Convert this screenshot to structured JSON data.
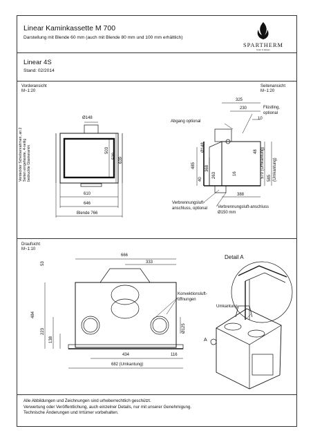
{
  "header": {
    "title": "Linear Kaminkassette M 700",
    "subtitle": "Darstellung mit Blende 60 mm (auch mit Blende 80 mm und 100 mm erhältlich)",
    "brand": "SPARTHERM",
    "brand_tagline": "feuer & design"
  },
  "model": {
    "name": "Linear 4S",
    "stand": "Stand: 02/2014"
  },
  "front_view": {
    "label": "Vorderansicht",
    "scale": "M~1:20",
    "side_note": "Verdeckter Scheibenrahmen, an 2 Seiten eingefasste, 4-seitig bedruckte Glaskeramik",
    "dims": {
      "flue": "Ø148",
      "h1": "503",
      "h2": "539",
      "h3": "639",
      "w1": "610",
      "w2": "646",
      "w3": "Blende 766"
    }
  },
  "side_view": {
    "label": "Seitenansicht",
    "scale": "M~1:20",
    "callouts": {
      "abgang": "Abgang optional",
      "flue_collar": "Flüstling, optional",
      "air_left": "Verbrennungsluft-anschluss, optional",
      "air_right": "Verbrennungsluft-anschluss Ø150 mm"
    },
    "dims": {
      "d325": "325",
      "d230": "230",
      "d10": "10",
      "d148": "Ø148",
      "d485": "485",
      "d40": "40",
      "d368": "368",
      "d263": "263",
      "d16": "16",
      "d48": "48",
      "d570": "570 (Umkantung)",
      "d585": "585 (Umkantung)",
      "d388": "388"
    }
  },
  "top_view": {
    "label": "Draufsicht",
    "scale": "M~1:10",
    "callout": "Konvektionsluft-öffnungen",
    "dims": {
      "d666": "666",
      "d333": "333",
      "d53": "53",
      "d484": "484",
      "d223": "223",
      "d138": "138",
      "d125": "Ø125",
      "d434": "434",
      "d116": "116",
      "d682": "682 (Umkantung)"
    }
  },
  "detail": {
    "label": "Detail A",
    "callout": "Umkantung",
    "marker": "A"
  },
  "footer": {
    "line1": "Alle Abbildungen und Zeichnungen sind urheberrechtlich geschützt.",
    "line2": "Verwertung oder Veröffentlichung, auch einzelner Details, nur mit unserer Genehmigung.",
    "line3": "Technische Änderungen und Irrtümer vorbehalten."
  }
}
